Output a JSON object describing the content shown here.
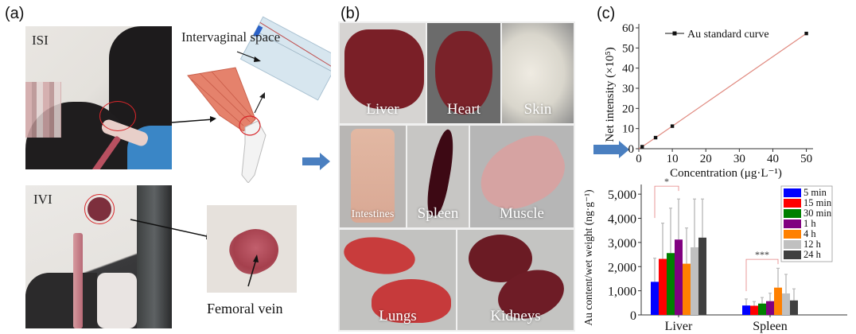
{
  "panels": {
    "a": {
      "label": "(a)",
      "isi_label": "ISI",
      "ivi_label": "IVI",
      "intervaginal_label": "Intervaginal space",
      "femoral_label": "Femoral vein"
    },
    "b": {
      "label": "(b)",
      "organs": [
        "Liver",
        "Heart",
        "Skin",
        "Intestines",
        "Spleen",
        "Muscle",
        "Lungs",
        "Kidneys"
      ]
    },
    "c": {
      "label": "(c)"
    }
  },
  "colors": {
    "arrow_blue": "#4a7fc0",
    "circle_red": "#d8262a",
    "line_red": "#e08a80"
  },
  "chart_data": [
    {
      "type": "line",
      "title": "",
      "xlabel": "Concentration (μg·L⁻¹)",
      "ylabel": "Net intensity (×10⁵)",
      "xlim": [
        0,
        52
      ],
      "ylim": [
        0,
        60
      ],
      "xticks": [
        0,
        10,
        20,
        30,
        40,
        50
      ],
      "yticks": [
        0,
        10,
        20,
        30,
        40,
        50,
        60
      ],
      "legend": {
        "position": "top",
        "entries": [
          "Au standard curve"
        ]
      },
      "series": [
        {
          "name": "Au standard curve",
          "x": [
            0,
            1,
            5,
            10,
            50
          ],
          "y": [
            0,
            1.0,
            5.5,
            11.2,
            57.2
          ],
          "color": "#e08a80",
          "marker_color": "#111111"
        }
      ]
    },
    {
      "type": "bar",
      "title": "",
      "xlabel": "",
      "ylabel": "Au content/wet weight (ng·g⁻¹)",
      "ylim": [
        0,
        5400
      ],
      "yticks": [
        0,
        1000,
        2000,
        3000,
        4000,
        5000
      ],
      "ytick_labels": [
        "0",
        "1,000",
        "2,000",
        "3,000",
        "4,000",
        "5,000"
      ],
      "categories": [
        "Liver",
        "Spleen"
      ],
      "legend": {
        "position": "top-right"
      },
      "series": [
        {
          "name": "5 min",
          "color": "#0000ff",
          "values": [
            1370,
            390
          ],
          "errors": [
            980,
            270
          ]
        },
        {
          "name": "15 min",
          "color": "#ff0000",
          "values": [
            2320,
            380
          ],
          "errors": [
            1480,
            170
          ]
        },
        {
          "name": "30 min",
          "color": "#008000",
          "values": [
            2560,
            470
          ],
          "errors": [
            1860,
            250
          ]
        },
        {
          "name": "1 h",
          "color": "#800080",
          "values": [
            3120,
            570
          ],
          "errors": [
            1680,
            330
          ]
        },
        {
          "name": "4 h",
          "color": "#ff8000",
          "values": [
            2120,
            1130
          ],
          "errors": [
            1480,
            800
          ]
        },
        {
          "name": "12 h",
          "color": "#c0c0c0",
          "values": [
            2800,
            890
          ],
          "errors": [
            2000,
            790
          ]
        },
        {
          "name": "24 h",
          "color": "#404040",
          "values": [
            3200,
            600
          ],
          "errors": [
            1600,
            480
          ]
        }
      ],
      "annotations": [
        {
          "text": "*",
          "group": "Liver",
          "from_series": "5 min",
          "to_series": "1 h"
        },
        {
          "text": "***",
          "group": "Spleen",
          "from_series": "5 min",
          "to_series": "4 h"
        }
      ]
    }
  ]
}
